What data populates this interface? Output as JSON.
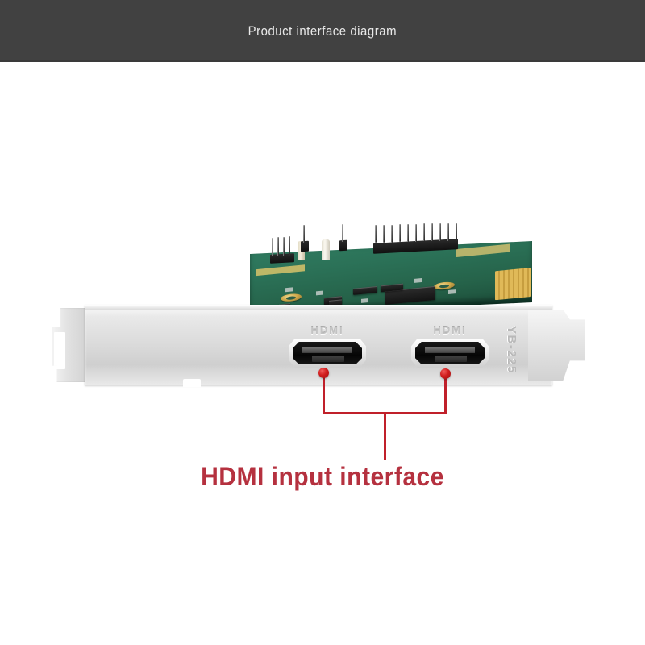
{
  "header": {
    "title": "Product interface diagram",
    "background_color": "#414141",
    "text_color": "#e9e9e9"
  },
  "product": {
    "type": "PCIe HDMI capture card",
    "bracket": {
      "model_label": "YB-225",
      "finish": "silver metal faceplate"
    },
    "ports": [
      {
        "label": "HDMI",
        "index": 1
      },
      {
        "label": "HDMI",
        "index": 2
      }
    ],
    "pcb": {
      "color": "#2b7157",
      "edge_connector": "gold PCIe fingers"
    }
  },
  "callout": {
    "text": "HDMI input interface",
    "color": "#b5313f",
    "marker_color": "#c0202a",
    "target_count": 2
  }
}
